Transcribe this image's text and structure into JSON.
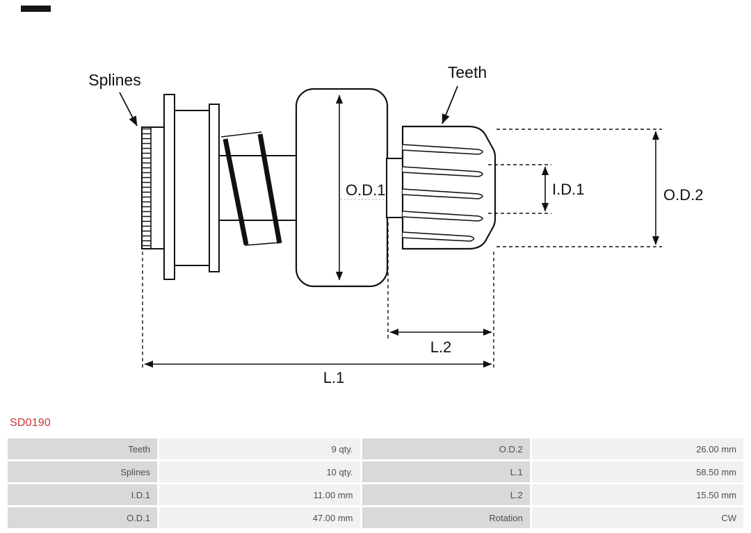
{
  "theme": {
    "accent": "#cc3434",
    "diagram-line": "#111111",
    "table-label-bg": "#d9d9d9",
    "table-value-bg": "#f1f1f1",
    "table-text": "#4d4d4d"
  },
  "part": {
    "number": "SD0190"
  },
  "diagram": {
    "labels": {
      "splines": "Splines",
      "teeth": "Teeth",
      "od1": "O.D.1",
      "id1": "I.D.1",
      "od2": "O.D.2",
      "l2": "L.2",
      "l1": "L.1"
    }
  },
  "table": {
    "rows": [
      [
        "Teeth",
        "9 qty.",
        "O.D.2",
        "26.00 mm"
      ],
      [
        "Splines",
        "10 qty.",
        "L.1",
        "58.50 mm"
      ],
      [
        "I.D.1",
        "11.00 mm",
        "L.2",
        "15.50 mm"
      ],
      [
        "O.D.1",
        "47.00 mm",
        "Rotation",
        "CW"
      ]
    ]
  }
}
